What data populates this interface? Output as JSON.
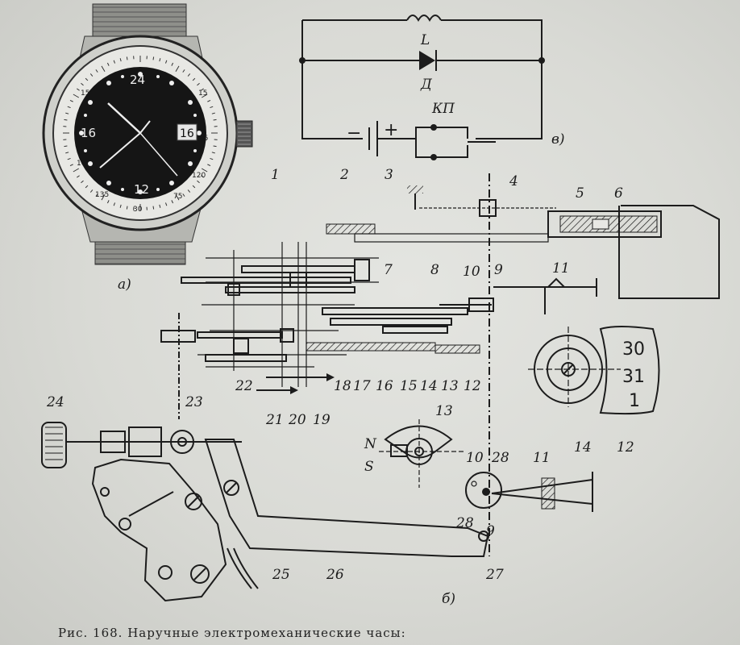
{
  "caption": "Рис. 168. Наручные электромеханические часы:",
  "subfigures": {
    "a": "а)",
    "b": "б)",
    "v": "в)"
  },
  "circuit": {
    "inductor_label": "L",
    "diode_label": "Д",
    "switch_label": "КП",
    "minus": "−",
    "plus": "+"
  },
  "watch_dial": {
    "top": "24",
    "left": "16",
    "right": "6",
    "bottom": "12",
    "date": "16"
  },
  "bezel_numbers": [
    "150",
    "15",
    "45",
    "120",
    "135",
    "30",
    "105",
    "75"
  ],
  "date_wheel": [
    "30",
    "31",
    "1"
  ],
  "magnet_poles": {
    "north": "N",
    "south": "S"
  },
  "callouts": [
    "1",
    "2",
    "3",
    "4",
    "5",
    "6",
    "7",
    "8",
    "9",
    "10",
    "11",
    "12",
    "13",
    "14",
    "15",
    "16",
    "17",
    "18",
    "19",
    "20",
    "21",
    "22",
    "23",
    "24",
    "25",
    "26",
    "27",
    "28"
  ]
}
